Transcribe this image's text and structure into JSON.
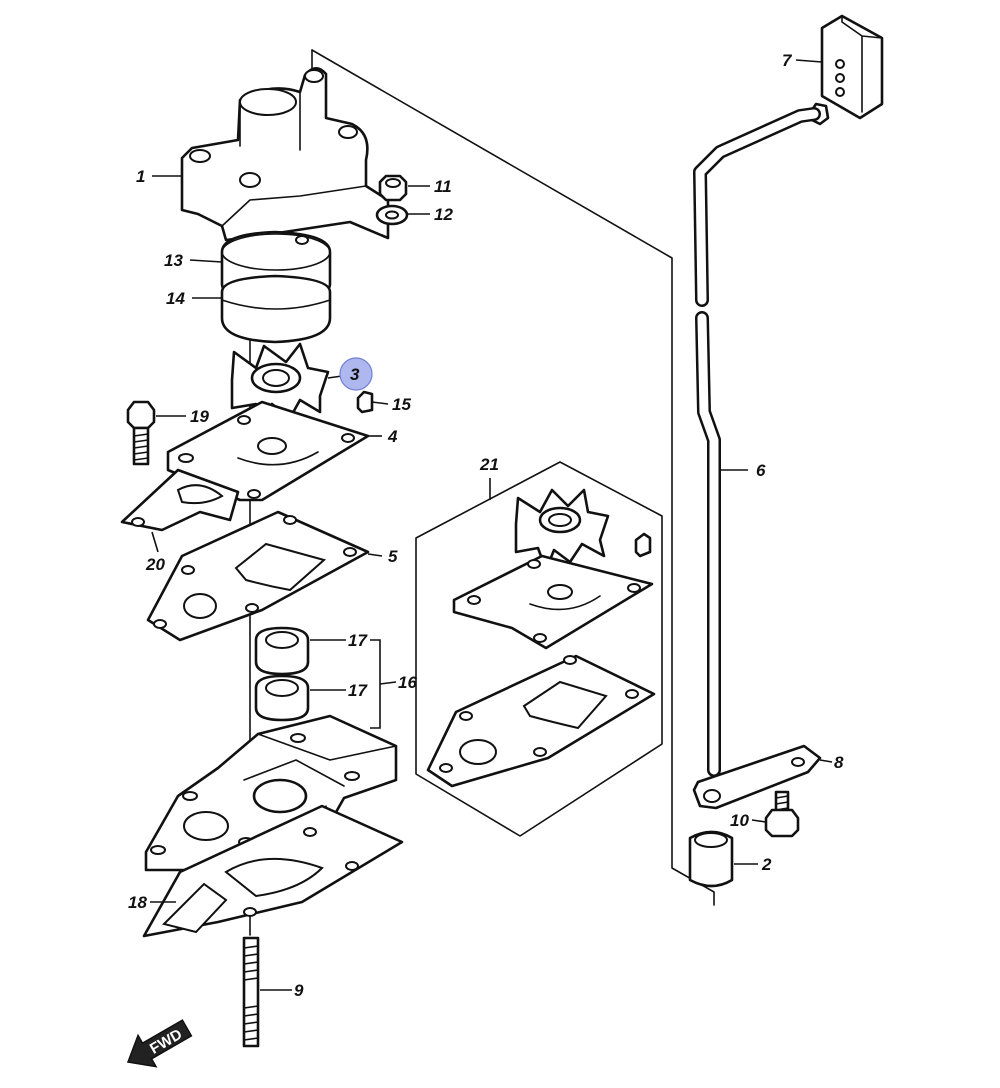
{
  "diagram": {
    "callouts": [
      {
        "id": "p1",
        "text": "1"
      },
      {
        "id": "p2",
        "text": "2"
      },
      {
        "id": "p3",
        "text": "3",
        "highlighted": true
      },
      {
        "id": "p4",
        "text": "4"
      },
      {
        "id": "p5",
        "text": "5"
      },
      {
        "id": "p6",
        "text": "6"
      },
      {
        "id": "p7",
        "text": "7"
      },
      {
        "id": "p8",
        "text": "8"
      },
      {
        "id": "p9",
        "text": "9"
      },
      {
        "id": "p10",
        "text": "10"
      },
      {
        "id": "p11",
        "text": "11"
      },
      {
        "id": "p12",
        "text": "12"
      },
      {
        "id": "p13",
        "text": "13"
      },
      {
        "id": "p14",
        "text": "14"
      },
      {
        "id": "p15",
        "text": "15"
      },
      {
        "id": "p16",
        "text": "16"
      },
      {
        "id": "p17a",
        "text": "17"
      },
      {
        "id": "p17b",
        "text": "17"
      },
      {
        "id": "p18",
        "text": "18"
      },
      {
        "id": "p19",
        "text": "19"
      },
      {
        "id": "p20",
        "text": "20"
      },
      {
        "id": "p21",
        "text": "21"
      }
    ],
    "fwd_label": "FWD",
    "highlight_color": "#aeb8ee"
  }
}
